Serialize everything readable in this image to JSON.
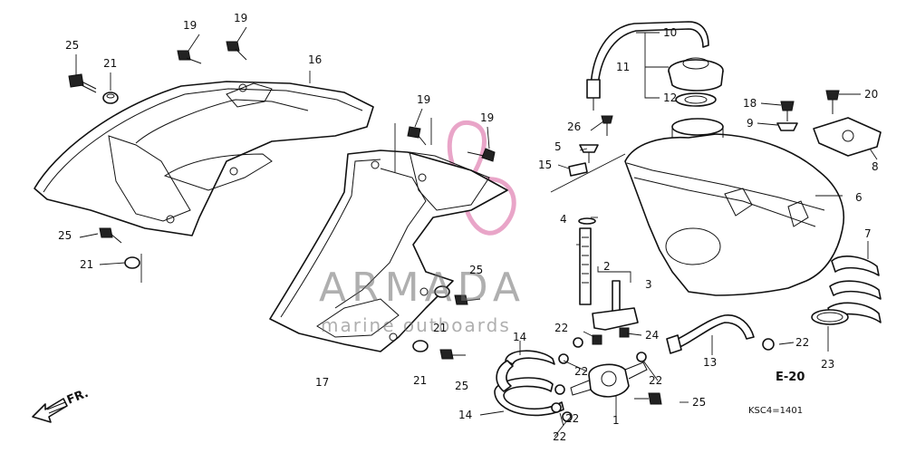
{
  "watermark": {
    "brand": "ARMADA",
    "tagline": "marine outboards",
    "logo_color": "#e9a5c8"
  },
  "diagram_code": "KSC4=1401",
  "ref_marker": "E-20",
  "direction_label": "FR.",
  "callouts": [
    "1",
    "2",
    "3",
    "4",
    "5",
    "6",
    "7",
    "8",
    "9",
    "10",
    "11",
    "12",
    "13",
    "14",
    "15",
    "16",
    "17",
    "18",
    "19",
    "20",
    "21",
    "22",
    "23",
    "24",
    "25",
    "26"
  ],
  "labels": [
    {
      "id": "l25a",
      "text": "25"
    },
    {
      "id": "l21a",
      "text": "21"
    },
    {
      "id": "l19a",
      "text": "19"
    },
    {
      "id": "l19b",
      "text": "19"
    },
    {
      "id": "l16",
      "text": "16"
    },
    {
      "id": "l19c",
      "text": "19"
    },
    {
      "id": "l19d",
      "text": "19"
    },
    {
      "id": "l25b",
      "text": "25"
    },
    {
      "id": "l21b",
      "text": "21"
    },
    {
      "id": "l17",
      "text": "17"
    },
    {
      "id": "l25c",
      "text": "25"
    },
    {
      "id": "l21c",
      "text": "21"
    },
    {
      "id": "l21d",
      "text": "21"
    },
    {
      "id": "l25d",
      "text": "25"
    },
    {
      "id": "l10",
      "text": "10"
    },
    {
      "id": "l11",
      "text": "11"
    },
    {
      "id": "l12",
      "text": "12"
    },
    {
      "id": "l26",
      "text": "26"
    },
    {
      "id": "l5",
      "text": "5"
    },
    {
      "id": "l15",
      "text": "15"
    },
    {
      "id": "l4",
      "text": "4"
    },
    {
      "id": "l2",
      "text": "2"
    },
    {
      "id": "l3",
      "text": "3"
    },
    {
      "id": "l22a",
      "text": "22"
    },
    {
      "id": "l24",
      "text": "24"
    },
    {
      "id": "l14a",
      "text": "14"
    },
    {
      "id": "l22b",
      "text": "22"
    },
    {
      "id": "l22c",
      "text": "22"
    },
    {
      "id": "l14b",
      "text": "14"
    },
    {
      "id": "l22d",
      "text": "22"
    },
    {
      "id": "l22e",
      "text": "22"
    },
    {
      "id": "l1",
      "text": "1"
    },
    {
      "id": "l25e",
      "text": "25"
    },
    {
      "id": "l13",
      "text": "13"
    },
    {
      "id": "l22f",
      "text": "22"
    },
    {
      "id": "l23",
      "text": "23"
    },
    {
      "id": "l7",
      "text": "7"
    },
    {
      "id": "l6",
      "text": "6"
    },
    {
      "id": "l18",
      "text": "18"
    },
    {
      "id": "l9",
      "text": "9"
    },
    {
      "id": "l20",
      "text": "20"
    },
    {
      "id": "l8",
      "text": "8"
    }
  ]
}
